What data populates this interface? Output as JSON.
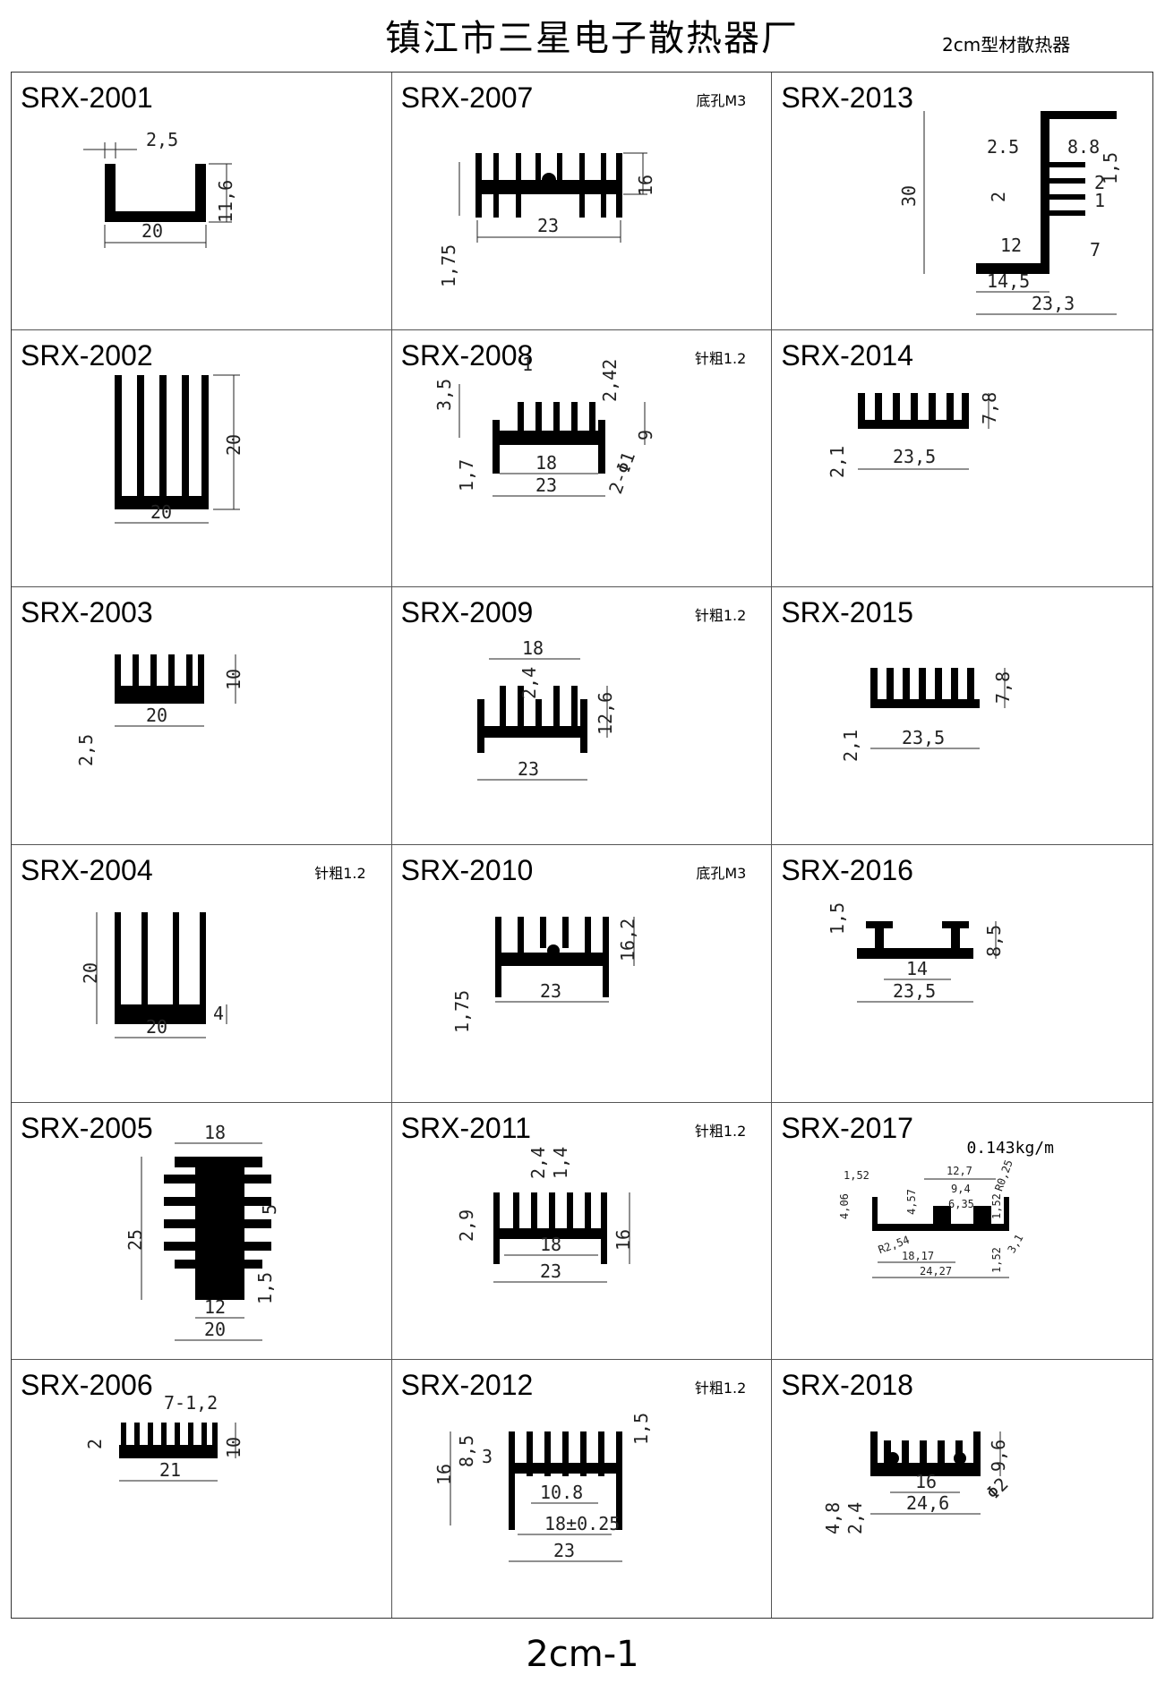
{
  "header": {
    "title": "镇江市三星电子散热器厂",
    "subtitle": "2cm型材散热器"
  },
  "footer": {
    "page_label": "2cm-1"
  },
  "cells": [
    {
      "code": "SRX-2001",
      "note": "",
      "dims": [
        "2,5",
        "11,6",
        "20"
      ]
    },
    {
      "code": "SRX-2007",
      "note": "底孔M3",
      "dims": [
        "16",
        "1,75",
        "23"
      ]
    },
    {
      "code": "SRX-2013",
      "note": "",
      "dims": [
        "30",
        "2.5",
        "8.8",
        "1,5",
        "2",
        "2",
        "1",
        "12",
        "7",
        "14,5",
        "23,3"
      ]
    },
    {
      "code": "SRX-2002",
      "note": "",
      "dims": [
        "20",
        "20"
      ]
    },
    {
      "code": "SRX-2008",
      "note": "针粗1.2",
      "dims": [
        "3,5",
        "1",
        "2,42",
        "9",
        "1,7",
        "18",
        "23",
        "2-Φ1"
      ]
    },
    {
      "code": "SRX-2014",
      "note": "",
      "dims": [
        "7,8",
        "2,1",
        "23,5"
      ]
    },
    {
      "code": "SRX-2003",
      "note": "",
      "dims": [
        "10",
        "2,5",
        "20"
      ]
    },
    {
      "code": "SRX-2009",
      "note": "针粗1.2",
      "dims": [
        "18",
        "2,4",
        "12,6",
        "23"
      ]
    },
    {
      "code": "SRX-2015",
      "note": "",
      "dims": [
        "7,8",
        "2,1",
        "23,5"
      ]
    },
    {
      "code": "SRX-2004",
      "note": "针粗1.2",
      "dims": [
        "20",
        "4",
        "20"
      ]
    },
    {
      "code": "SRX-2010",
      "note": "底孔M3",
      "dims": [
        "16,2",
        "1,75",
        "23"
      ]
    },
    {
      "code": "SRX-2016",
      "note": "",
      "dims": [
        "1,5",
        "8,5",
        "14",
        "23,5"
      ]
    },
    {
      "code": "SRX-2005",
      "note": "",
      "dims": [
        "18",
        "25",
        "5",
        "12",
        "1,5",
        "20"
      ]
    },
    {
      "code": "SRX-2011",
      "note": "针粗1.2",
      "dims": [
        "2,4",
        "1,4",
        "2,9",
        "16",
        "18",
        "23"
      ]
    },
    {
      "code": "SRX-2017",
      "note": "0.143kg/m",
      "dims": [
        "12,7",
        "9,4",
        "6,35",
        "R0,25",
        "1,52",
        "4,57",
        "4,06",
        "1,52",
        "R2,54",
        "18,17",
        "24,27",
        "1,52",
        "3,1"
      ]
    },
    {
      "code": "SRX-2006",
      "note": "",
      "dims": [
        "7-1,2",
        "2",
        "10",
        "21"
      ]
    },
    {
      "code": "SRX-2012",
      "note": "针粗1.2",
      "dims": [
        "16",
        "8,5",
        "3",
        "1,5",
        "10.8",
        "18±0.25",
        "23"
      ]
    },
    {
      "code": "SRX-2018",
      "note": "",
      "dims": [
        "9,6",
        "16",
        "24,6",
        "4,8",
        "2,4",
        "Φ2"
      ]
    }
  ]
}
